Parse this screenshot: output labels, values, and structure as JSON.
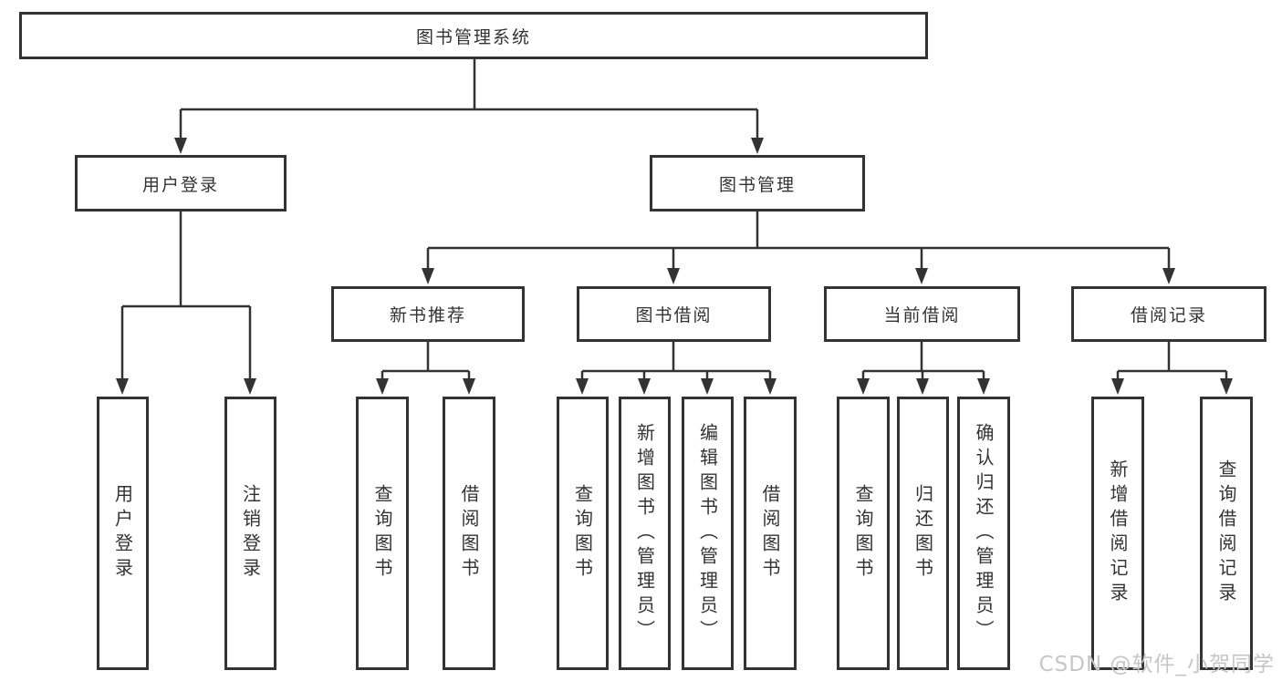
{
  "tree": {
    "root": {
      "label": "图书管理系统"
    },
    "branches": [
      {
        "label": "用户登录",
        "leaves": [
          {
            "label": "用户登录"
          },
          {
            "label": "注销登录"
          }
        ]
      },
      {
        "label": "图书管理",
        "groups": [
          {
            "label": "新书推荐",
            "leaves": [
              {
                "label": "查询图书"
              },
              {
                "label": "借阅图书"
              }
            ]
          },
          {
            "label": "图书借阅",
            "leaves": [
              {
                "label": "查询图书"
              },
              {
                "label": "新增图书（管理员）"
              },
              {
                "label": "编辑图书（管理员）"
              },
              {
                "label": "借阅图书"
              }
            ]
          },
          {
            "label": "当前借阅",
            "leaves": [
              {
                "label": "查询图书"
              },
              {
                "label": "归还图书"
              },
              {
                "label": "确认归还（管理员）"
              }
            ]
          },
          {
            "label": "借阅记录",
            "leaves": [
              {
                "label": "新增借阅记录"
              },
              {
                "label": "查询借阅记录"
              }
            ]
          }
        ]
      }
    ]
  },
  "watermark": "CSDN @软件_小贺同学",
  "colors": {
    "line": "#333333",
    "box_border": "#333333",
    "box_fill": "#ffffff",
    "text": "#333333",
    "watermark": "#c6c6c6"
  }
}
